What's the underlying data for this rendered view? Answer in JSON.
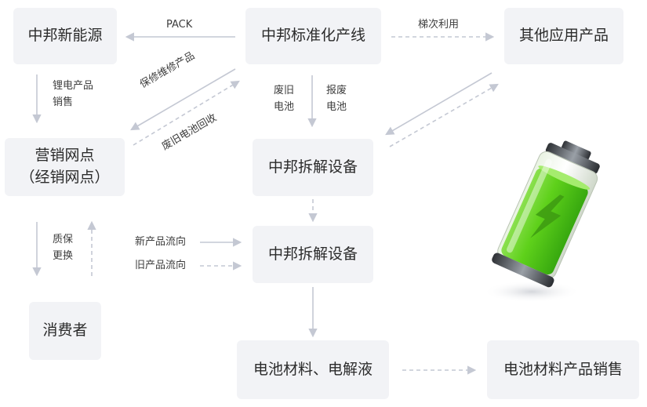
{
  "nodes": {
    "zb_new_energy": "中邦新能源",
    "zb_line": "中邦标准化产线",
    "other_products": "其他应用产品",
    "sales_point_1": "营销网点",
    "sales_point_2": "（经销网点）",
    "dismantle_1": "中邦拆解设备",
    "dismantle_2": "中邦拆解设备",
    "consumer": "消费者",
    "battery_material": "电池材料、电解液",
    "material_sales": "电池材料产品销售"
  },
  "labels": {
    "pack": "PACK",
    "cascade_use": "梯次利用",
    "lithium_sales_1": "锂电产品",
    "lithium_sales_2": "销售",
    "repair": "保修维修产品",
    "recycle": "废旧电池回收",
    "waste_battery_1": "废旧",
    "waste_battery_2": "电池",
    "scrap_battery_1": "报废",
    "scrap_battery_2": "电池",
    "quality_1": "质保",
    "quality_2": "更换",
    "new_flow": "新产品流向",
    "old_flow": "旧产品流向"
  },
  "colors": {
    "box_bg": "#f2f3f6",
    "arrow": "#c4c8d3",
    "battery_green": "#5fd11b"
  },
  "icons": {
    "battery": "battery-charging-icon"
  }
}
